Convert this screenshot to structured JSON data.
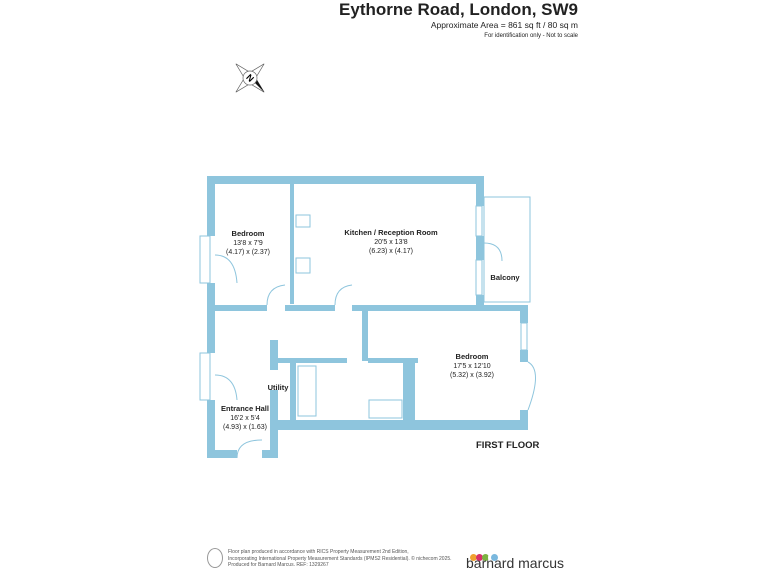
{
  "header": {
    "title": "Eythorne Road, London, SW9",
    "area": "Approximate Area = 861 sq ft / 80 sq m",
    "disclaimer": "For identification only - Not to scale"
  },
  "compass": {
    "icon": "compass-north-icon",
    "letter": "N"
  },
  "rooms": [
    {
      "name": "Bedroom",
      "imperial": "13'8 x 7'9",
      "metric": "(4.17) x (2.37)"
    },
    {
      "name": "Kitchen / Reception Room",
      "imperial": "20'5 x 13'8",
      "metric": "(6.23) x (4.17)"
    },
    {
      "name": "Balcony"
    },
    {
      "name": "Bedroom",
      "imperial": "17'5 x 12'10",
      "metric": "(5.32) x (3.92)"
    },
    {
      "name": "Utility"
    },
    {
      "name": "Entrance Hall",
      "imperial": "16'2 x 5'4",
      "metric": "(4.93) x (1.63)"
    }
  ],
  "floor_label": "FIRST FLOOR",
  "footer": {
    "line1": "Floor plan produced in accordance with RICS Property Measurement 2nd Edition,",
    "line2": "Incorporating International Property Measurement Standards (IPMS2 Residential).   © nichecom 2025.",
    "line3": "Produced for Barnard Marcus.    REF: 1329267",
    "brand": "barnard marcus"
  },
  "colors": {
    "wall": "#8ec5dd",
    "logo": [
      "#f0a030",
      "#d8306a",
      "#7cb342",
      "#7ab8de"
    ]
  }
}
